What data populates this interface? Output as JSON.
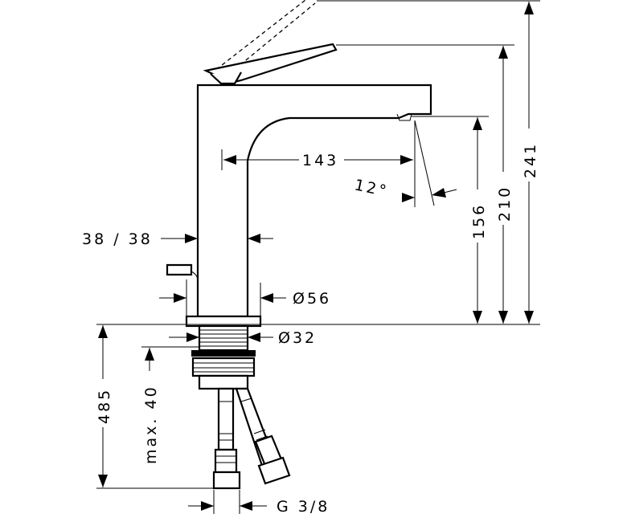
{
  "dimensions": {
    "overall_height": "241",
    "spout_height": "210",
    "outlet_height": "156",
    "spout_reach": "143",
    "outlet_angle": "12°",
    "body_width": "38 / 38",
    "base_diameter": "Ø56",
    "shank_diameter": "Ø32",
    "hose_length": "485",
    "max_deck_thickness": "max. 40",
    "connection_thread": "G 3/8"
  }
}
